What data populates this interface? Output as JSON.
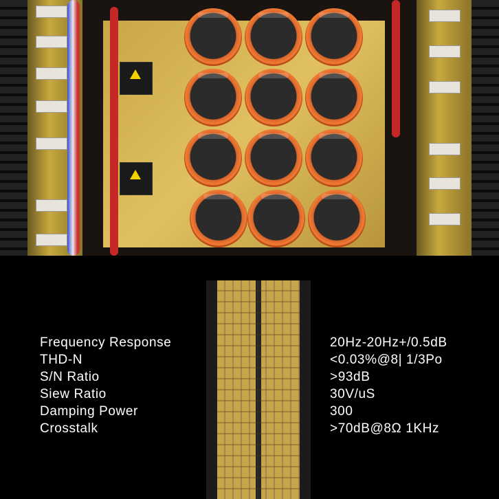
{
  "specs": [
    {
      "label": "Frequency Response",
      "value": "20Hz-20Hz+/0.5dB"
    },
    {
      "label": "THD-N",
      "value": "<0.03%@8| 1/3Po"
    },
    {
      "label": "S/N Ratio",
      "value": ">93dB"
    },
    {
      "label": "Siew Ratio",
      "value": "30V/uS"
    },
    {
      "label": "Damping Power",
      "value": "300"
    },
    {
      "label": "Crosstalk",
      "value": ">70dB@8Ω 1KHz"
    }
  ]
}
